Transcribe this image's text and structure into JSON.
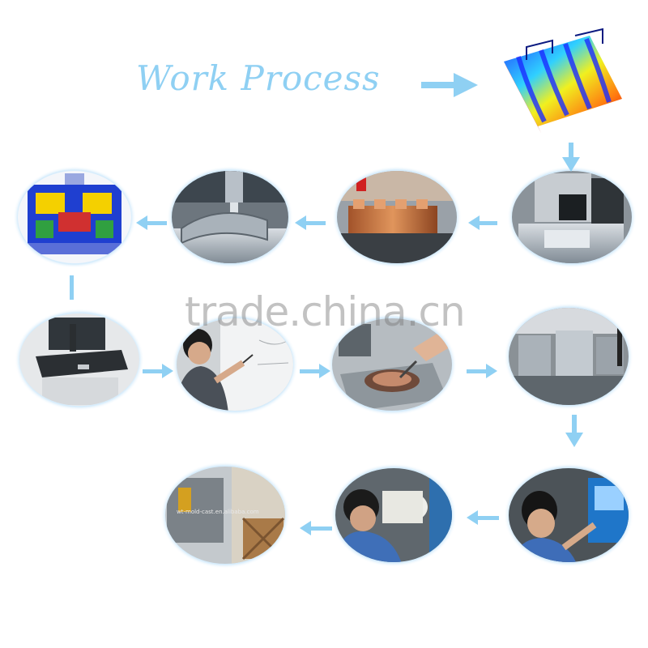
{
  "title": "Work Process",
  "watermark": "trade.china.cn",
  "photo_label": "wt-mold-cast.en.alibaba.com",
  "colors": {
    "arrow": "#8fd0f3",
    "title": "#8fd0f3",
    "halo": "#cfe9fb"
  },
  "steps": [
    {
      "id": "mold-flow-analysis",
      "icon": "flow-simulation-render"
    },
    {
      "id": "mold-design-3d",
      "icon": "mold-cad-render"
    },
    {
      "id": "cnc-milling",
      "icon": "cnc-machine-photo"
    },
    {
      "id": "copper-electrodes",
      "icon": "electrode-photo"
    },
    {
      "id": "edm-machining",
      "icon": "edm-machine-photo"
    },
    {
      "id": "cmm-inspection",
      "icon": "cmm-machine-photo"
    },
    {
      "id": "design-review",
      "icon": "engineer-photo"
    },
    {
      "id": "mold-polishing",
      "icon": "polishing-photo"
    },
    {
      "id": "mold-assembly",
      "icon": "mold-parts-photo"
    },
    {
      "id": "injection-trial",
      "icon": "injection-machine-photo"
    },
    {
      "id": "sample-check",
      "icon": "sample-inspection-photo"
    },
    {
      "id": "packing-shipping",
      "icon": "wooden-crate-photo"
    }
  ]
}
